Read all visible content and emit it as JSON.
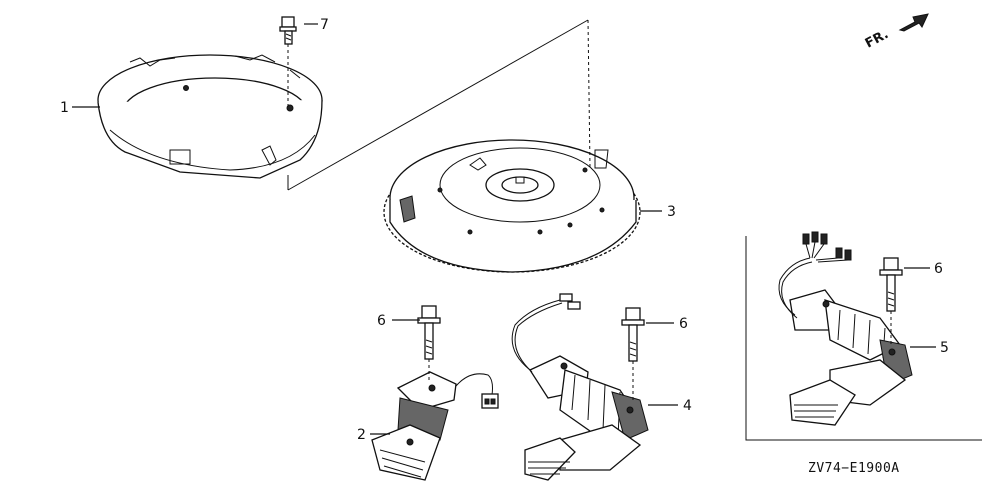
{
  "diagram": {
    "direction_label": "FR.",
    "diagram_code": "ZV74−E1900A",
    "callouts": [
      {
        "id": "1",
        "text": "1"
      },
      {
        "id": "2",
        "text": "2"
      },
      {
        "id": "3",
        "text": "3"
      },
      {
        "id": "4",
        "text": "4"
      },
      {
        "id": "5",
        "text": "5"
      },
      {
        "id": "6a",
        "text": "6"
      },
      {
        "id": "6b",
        "text": "6"
      },
      {
        "id": "6c",
        "text": "6"
      },
      {
        "id": "7",
        "text": "7"
      }
    ]
  }
}
